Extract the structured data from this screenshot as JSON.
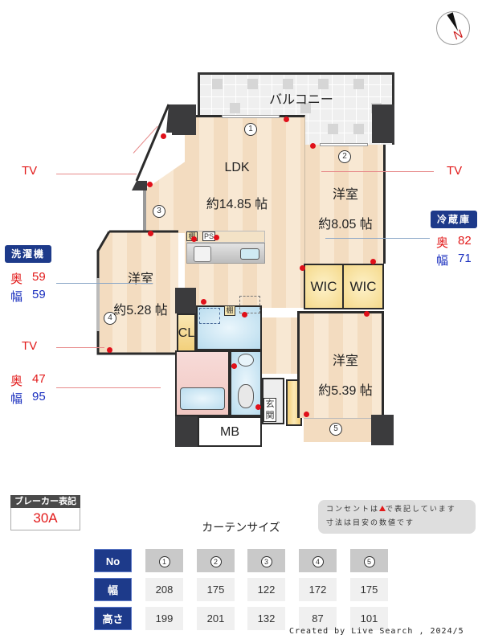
{
  "compass": {
    "label": "N",
    "icon": "north-arrow-icon"
  },
  "colors": {
    "accent_navy": "#1d3a8a",
    "red": "#e21a1a",
    "blue": "#1a2fbf",
    "outlet": "#e0101a",
    "wall": "#3b3b3d"
  },
  "floor_plan": {
    "balcony": "バルコニー",
    "rooms": [
      {
        "id": "ldk",
        "name": "LDK",
        "size": "約14.85 帖"
      },
      {
        "id": "western1",
        "name": "洋室",
        "size": "約8.05 帖"
      },
      {
        "id": "western2",
        "name": "洋室",
        "size": "約5.28 帖"
      },
      {
        "id": "western3",
        "name": "洋室",
        "size": "約5.39 帖"
      }
    ],
    "closets": {
      "wic1": "WIC",
      "wic2": "WIC",
      "cl": "CL",
      "mb": "MB",
      "entrance": "玄関",
      "shelf": "棚",
      "ps": "PS"
    },
    "window_numbers": [
      "1",
      "2",
      "3",
      "4",
      "5"
    ]
  },
  "annotations": {
    "tv_labels": [
      "TV",
      "TV",
      "TV"
    ],
    "washer": {
      "title": "洗濯機",
      "depth_label": "奥",
      "depth": "59",
      "width_label": "幅",
      "width": "59"
    },
    "fridge": {
      "title": "冷蔵庫",
      "depth_label": "奥",
      "depth": "82",
      "width_label": "幅",
      "width": "71"
    },
    "other": {
      "depth_label": "奥",
      "depth": "47",
      "width_label": "幅",
      "width": "95"
    }
  },
  "breaker": {
    "title": "ブレーカー表記",
    "value": "30A"
  },
  "note": {
    "line1_a": "コンセントは",
    "line1_b": "で表記しています",
    "line2": "寸法は目安の数値です"
  },
  "curtain": {
    "title": "カーテンサイズ",
    "headers": [
      "No",
      "幅",
      "高さ"
    ],
    "numbers": [
      "1",
      "2",
      "3",
      "4",
      "5"
    ],
    "widths": [
      "208",
      "175",
      "122",
      "172",
      "175"
    ],
    "heights": [
      "199",
      "201",
      "132",
      "87",
      "101"
    ]
  },
  "credit": "Created by Live Search , 2024/5"
}
